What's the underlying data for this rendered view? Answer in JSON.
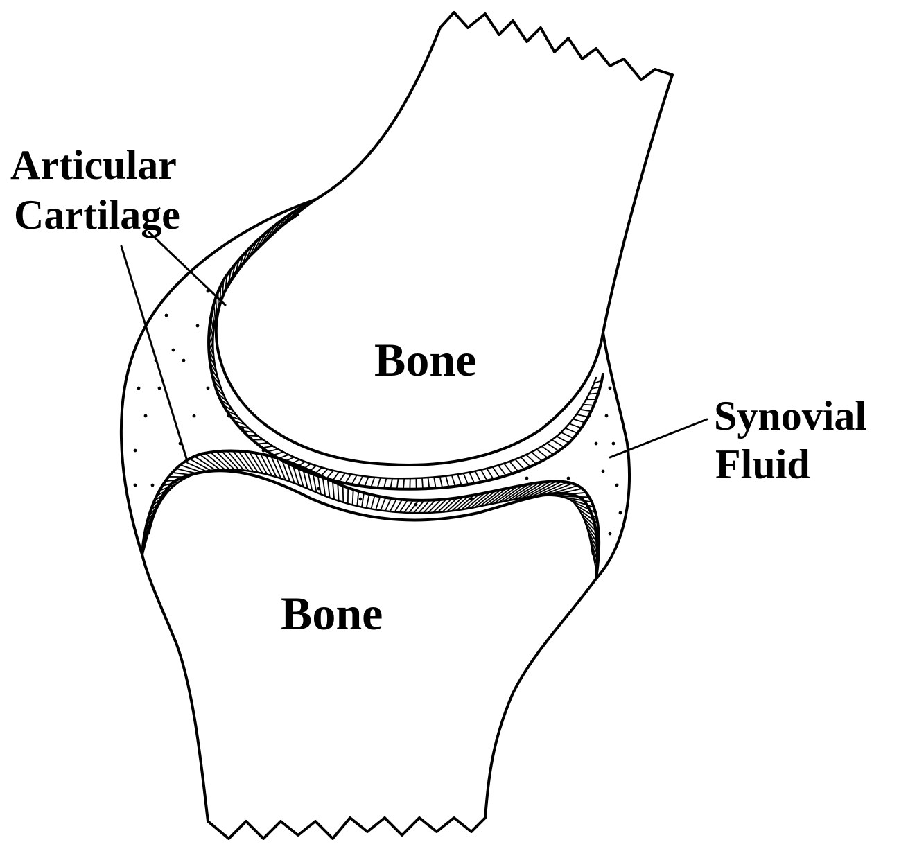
{
  "diagram": {
    "labels": {
      "upper_bone": "Bone",
      "lower_bone": "Bone",
      "cartilage_line1": "Articular",
      "cartilage_line2": "Cartilage",
      "fluid_line1": "Synovial",
      "fluid_line2": "Fluid"
    },
    "colors": {
      "ink": "#000000",
      "background": "#ffffff"
    }
  }
}
